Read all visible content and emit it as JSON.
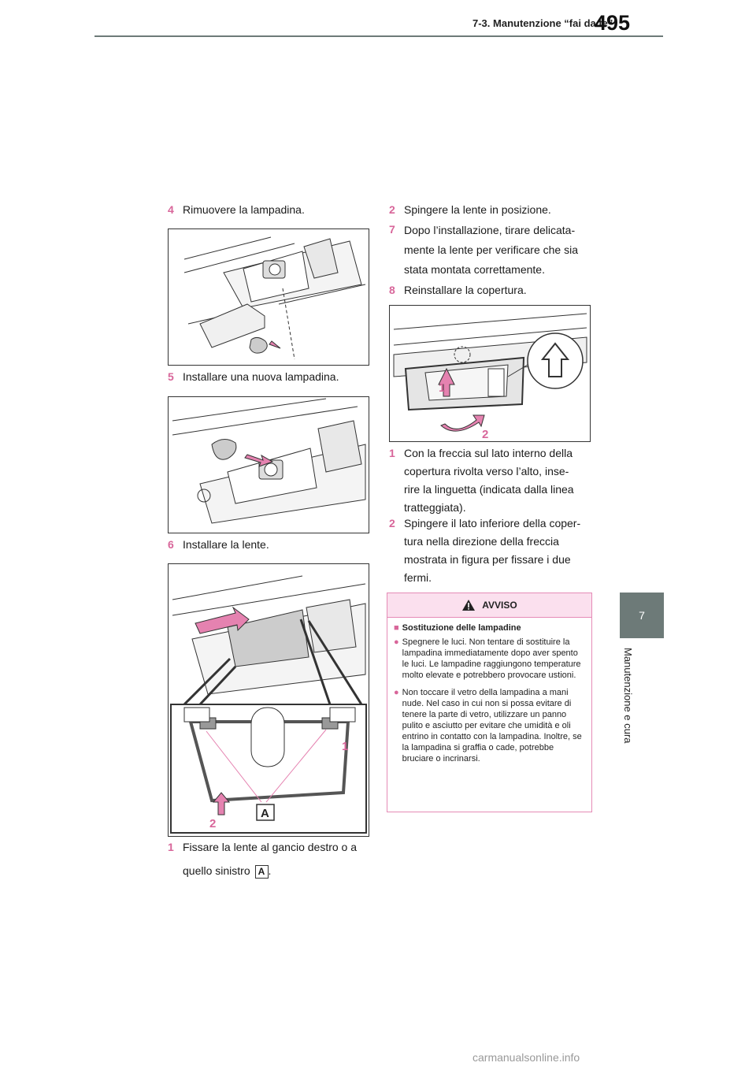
{
  "header": {
    "section_title": "7-3. Manutenzione “fai da te”",
    "page_number": "495"
  },
  "side_tab": {
    "chapter_number": "7",
    "chapter_title": "Manutenzione e cura"
  },
  "left_column": {
    "step4": {
      "num": "4",
      "text": "Rimuovere la lampadina."
    },
    "step5": {
      "num": "5",
      "text": "Installare una nuova lampadina."
    },
    "step6": {
      "num": "6",
      "text": "Installare la lente."
    },
    "fig6_labels": {
      "callout_1": "1",
      "callout_2": "2",
      "callout_a": "A"
    },
    "substep1": {
      "num": "1",
      "text_line1": "Fissare la lente al gancio destro o a",
      "text_line2": "quello sinistro",
      "badge": "A",
      "suffix": "."
    }
  },
  "right_column": {
    "substep2": {
      "num": "2",
      "text": "Spingere la lente in posizione."
    },
    "step7": {
      "num": "7",
      "text_lines": [
        "Dopo l’installazione, tirare delicata-",
        "mente la lente per verificare che sia",
        "stata montata correttamente."
      ]
    },
    "step8": {
      "num": "8",
      "text": "Reinstallare la copertura."
    },
    "fig8_labels": {
      "callout_1": "1",
      "callout_2": "2"
    },
    "sub1": {
      "num": "1",
      "text_lines": [
        "Con la freccia sul lato interno della",
        "copertura rivolta verso l’alto, inse-",
        "rire la linguetta (indicata dalla linea",
        "tratteggiata)."
      ]
    },
    "sub2": {
      "num": "2",
      "text_lines": [
        "Spingere il lato inferiore della coper-",
        "tura nella direzione della freccia",
        "mostrata in figura per fissare i due",
        "fermi."
      ]
    }
  },
  "warning": {
    "title": "AVVISO",
    "section": "Sostituzione delle lampadine",
    "items": [
      "Spegnere le luci. Non tentare di sostituire la lampadina immediatamente dopo aver spento le luci. Le lampadine raggiungono temperature molto elevate e potrebbero provocare ustioni.",
      "Non toccare il vetro della lampadina a mani nude. Nel caso in cui non si possa evitare di tenere la parte di vetro, utilizzare un panno pulito e asciutto per evitare che umidità e oli entrino in contatto con la lampadina. Inoltre, se la lampadina si graffia o cade, potrebbe bruciare o incrinarsi."
    ]
  },
  "watermark": "carmanualsonline.info",
  "colors": {
    "accent_pink": "#d8669a",
    "tab_gray": "#6d7a78",
    "warn_bg": "#fbe0ee"
  }
}
